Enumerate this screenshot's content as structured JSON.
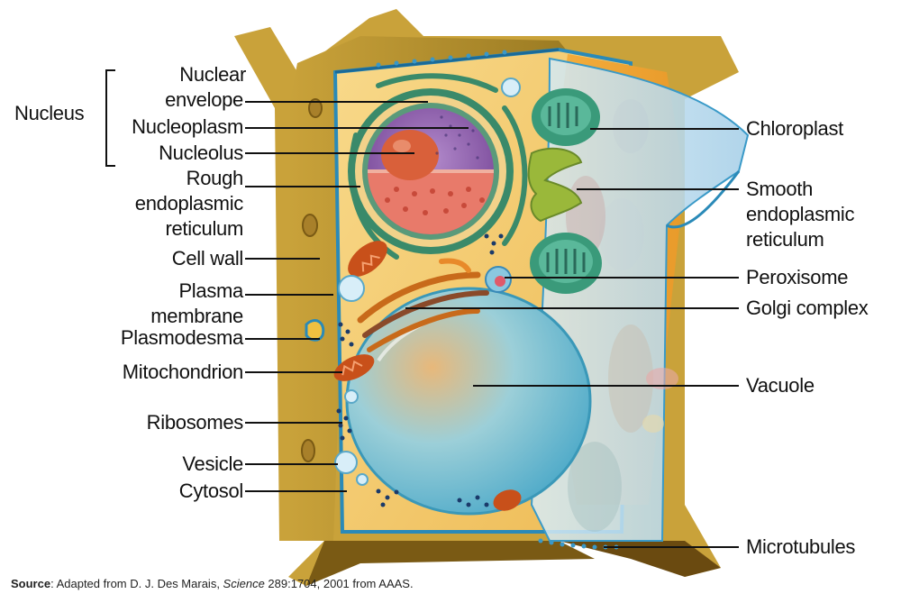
{
  "labels_left": {
    "nucleus_group": "Nucleus",
    "nuclear_envelope_1": "Nuclear",
    "nuclear_envelope_2": "envelope",
    "nucleoplasm": "Nucleoplasm",
    "nucleolus": "Nucleolus",
    "rough_er_1": "Rough",
    "rough_er_2": "endoplasmic",
    "rough_er_3": "reticulum",
    "cell_wall": "Cell wall",
    "plasma_membrane_1": "Plasma",
    "plasma_membrane_2": "membrane",
    "plasmodesma": "Plasmodesma",
    "mitochondrion": "Mitochondrion",
    "ribosomes": "Ribosomes",
    "vesicle": "Vesicle",
    "cytosol": "Cytosol"
  },
  "labels_right": {
    "chloroplast": "Chloroplast",
    "smooth_er_1": "Smooth",
    "smooth_er_2": "endoplasmic",
    "smooth_er_3": "reticulum",
    "peroxisome": "Peroxisome",
    "golgi": "Golgi complex",
    "vacuole": "Vacuole",
    "microtubules": "Microtubules"
  },
  "source": {
    "prefix": "Source",
    "text1": ": Adapted from D. J. Des Marais, ",
    "journal": "Science",
    "text2": " 289:1704, 2001 from AAAS."
  },
  "colors": {
    "cell_wall": "#b8902a",
    "cell_wall_dark": "#8a6a18",
    "cytoplasm": "#f5c96a",
    "membrane_blue": "#2a8ab8",
    "nucleus_purple": "#8a5aa8",
    "nucleolus": "#d9603a",
    "rough_er": "#3a8a6a",
    "chloroplast": "#3a9a7a",
    "vacuole": "#7ec6d8",
    "mitochondrion": "#c8501a",
    "golgi": "#c86a1a"
  }
}
